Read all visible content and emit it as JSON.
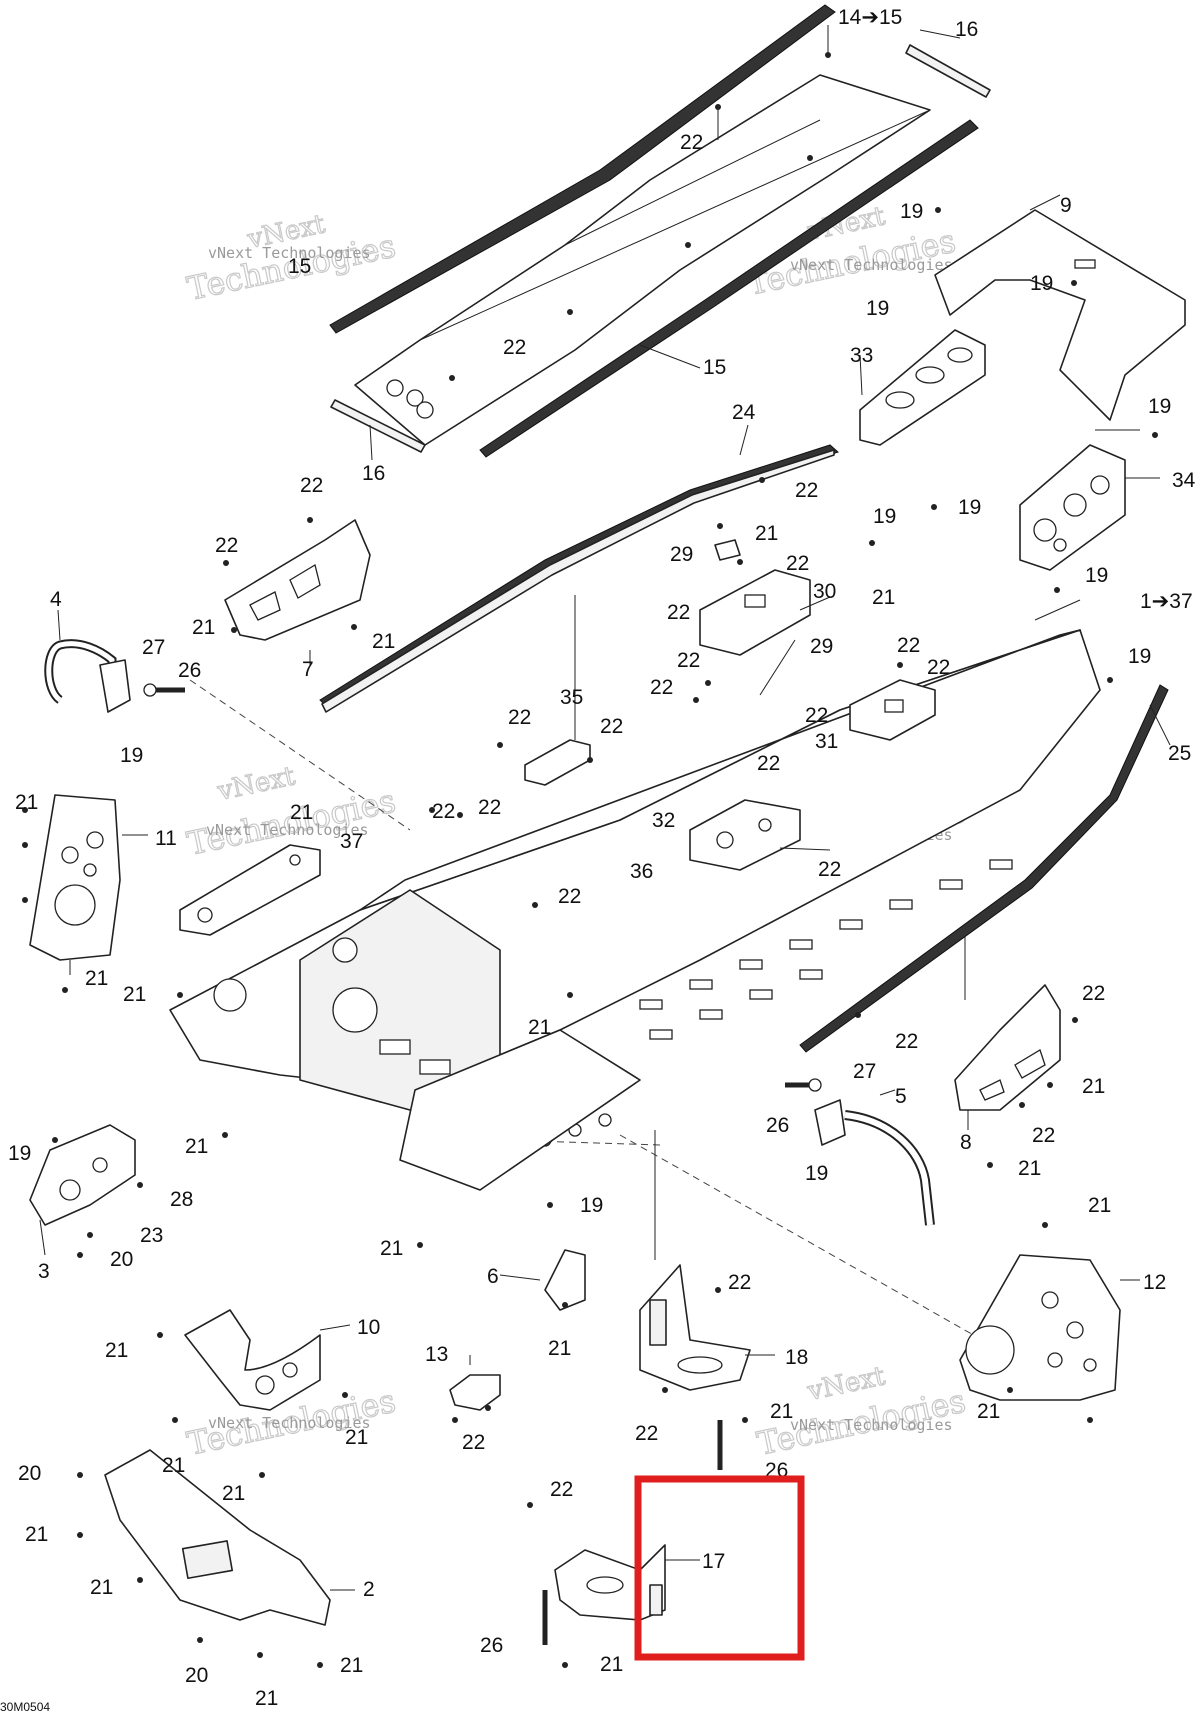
{
  "diagram": {
    "drawing_code": "30M0504",
    "watermark": {
      "line1": "vNext",
      "line2": "Technologies",
      "compact": "vNext Technologies"
    },
    "highlight_color": "#e01e1e",
    "highlight_label": "17",
    "callouts": {
      "c14_15": "14➔15",
      "c16a": "16",
      "c22a": "22",
      "c15a": "15",
      "c22b": "22",
      "c15b": "15",
      "c16b": "16",
      "c19a": "19",
      "c9": "9",
      "c19b": "19",
      "c19c": "19",
      "c33": "33",
      "c19d": "19",
      "c34": "34",
      "c24": "24",
      "c22c": "22",
      "c22d": "22",
      "c22e": "22",
      "c21a": "21",
      "c21b": "21",
      "c7": "7",
      "c4": "4",
      "c27a": "27",
      "c26a": "26",
      "c19e": "19",
      "c19f": "19",
      "c19g": "19",
      "c21c": "21",
      "c29a": "29",
      "c22f": "22",
      "c30": "30",
      "c22g": "22",
      "c21d": "21",
      "c29b": "29",
      "c22h": "22",
      "c22i": "22",
      "c22j": "22",
      "c22k": "22",
      "c22l": "22",
      "c31": "31",
      "c22m": "22",
      "c19h": "19",
      "c1_37": "1➔37",
      "c19i": "19",
      "c25": "25",
      "c22n": "22",
      "c35": "35",
      "c22o": "22",
      "c32": "32",
      "c36": "36",
      "c21e": "21",
      "c11": "11",
      "c21f": "21",
      "c37": "37",
      "c22p": "22",
      "c22q": "22",
      "c22r": "22",
      "c22s": "22",
      "c21g": "21",
      "c21h": "21",
      "c21i": "21",
      "c22t": "22",
      "c22u": "22",
      "c27b": "27",
      "c5": "5",
      "c26b": "26",
      "c19j": "19",
      "c22v": "22",
      "c21j": "21",
      "c8": "8",
      "c21k": "21",
      "c19k": "19",
      "c28": "28",
      "c23": "23",
      "c3": "3",
      "c20a": "20",
      "c21l": "21",
      "c19l": "19",
      "c6": "6",
      "c21m": "21",
      "c21n": "21",
      "c12": "12",
      "c22w": "22",
      "c18": "18",
      "c10": "10",
      "c21o": "21",
      "c13": "13",
      "c22x": "22",
      "c21p": "21",
      "c21q": "21",
      "c21r": "21",
      "c22y": "22",
      "c21s": "21",
      "c21t": "21",
      "c21u": "21",
      "c26c": "26",
      "c20b": "20",
      "c21v": "21",
      "c21w": "21",
      "c2": "2",
      "c20c": "20",
      "c21x": "21",
      "c21y": "21",
      "c22z": "22",
      "c17": "17",
      "c26d": "26",
      "c21z": "21"
    }
  }
}
